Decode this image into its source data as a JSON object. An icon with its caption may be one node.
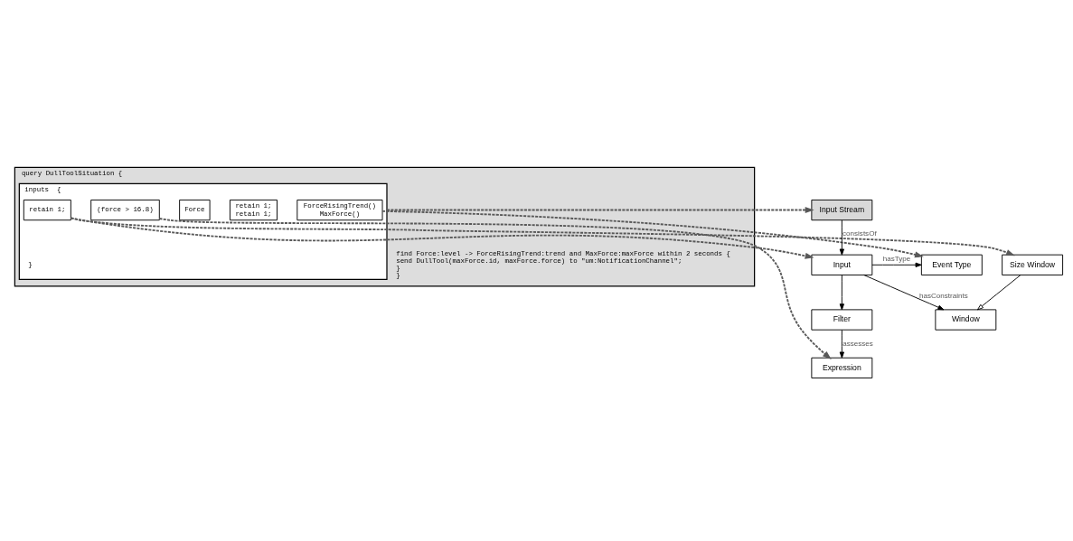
{
  "diagram": {
    "nodes": [
      {
        "text": [
          "query DullToolSituation {",
          "find Force:level -> ForceRisingTrend:trend and MaxForce:maxForce within 2 seconds {",
          "send DullTool(maxForce.id, maxForce.force) to \"um:NotificationChannel\";",
          "}",
          "}"
        ]
      },
      {
        "text": [
          "inputs  {",
          "}"
        ],
        "in": 0
      },
      {
        "text": [
          "ForceRisingTrend()",
          "MaxForce()"
        ],
        "in": 1
      },
      {
        "text": [
          "retain 1;",
          "retain 1;"
        ],
        "in": 1
      },
      {
        "text": [
          "Force"
        ],
        "in": 1
      },
      {
        "text": [
          "(force > 16.8)"
        ],
        "in": 1
      },
      {
        "text": [
          "retain 1;"
        ],
        "in": 1
      },
      {
        "text": [
          "Input Stream"
        ]
      },
      {
        "text": [
          "Input"
        ]
      },
      {
        "text": [
          "Event Type"
        ]
      },
      {
        "text": [
          "Window"
        ]
      },
      {
        "text": [
          "Filter"
        ]
      },
      {
        "text": [
          "Size Window"
        ]
      },
      {
        "text": [
          "Expression"
        ]
      }
    ],
    "edges": [
      {
        "from": 7,
        "to": 8,
        "label": "consistsOf",
        "arrow": "to"
      },
      {
        "from": 8,
        "to": 9,
        "label": "hasType",
        "arrow": "to"
      },
      {
        "from": 8,
        "to": 10,
        "label": "hasConstraints",
        "arrow": "to"
      },
      {
        "from": 8,
        "to": 11,
        "arrow": "to"
      },
      {
        "from": 12,
        "to": 10,
        "arrow": "to"
      },
      {
        "from": 11,
        "to": 13,
        "label": "assesses",
        "arrow": "to"
      },
      {
        "from": 1,
        "to": 7,
        "arrow": "to",
        "style": "dashed",
        "color": "#595959"
      },
      {
        "from": 6,
        "to": 8,
        "arrow": "to",
        "style": "dashed",
        "color": "#595959"
      },
      {
        "from": 2,
        "to": 9,
        "arrow": "to",
        "style": "dashed",
        "color": "#595959"
      },
      {
        "from": 5,
        "to": 13,
        "arrow": "to",
        "style": "dashed",
        "color": "#595959"
      },
      {
        "from": 6,
        "to": 12,
        "arrow": "to",
        "style": "dashed",
        "color": "#595959"
      }
    ]
  }
}
